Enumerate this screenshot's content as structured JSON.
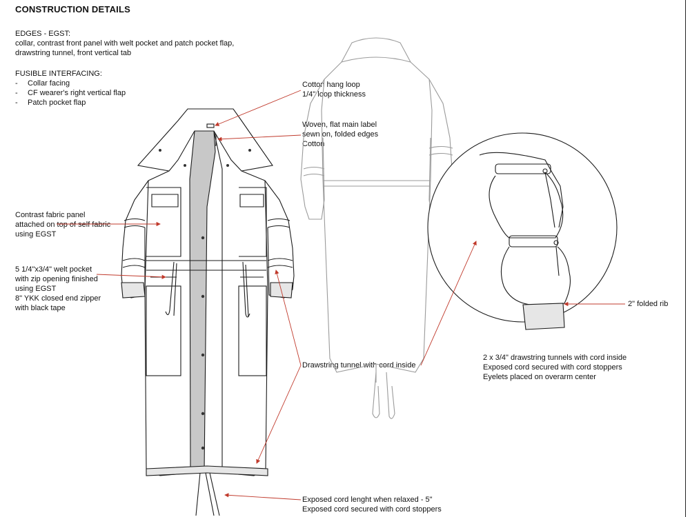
{
  "title": "CONSTRUCTION DETAILS",
  "edges": {
    "heading": "EDGES - EGST:",
    "lines": [
      "collar, contrast front panel with welt pocket and patch pocket flap,",
      "drawstring tunnel, front vertical tab"
    ]
  },
  "interfacing": {
    "heading": "FUSIBLE INTERFACING:",
    "items": [
      "Collar facing",
      "CF wearer's right vertical flap",
      "Patch pocket flap"
    ]
  },
  "callouts": {
    "hang_loop": [
      "Cotton hang loop",
      "1/4\" loop thickness"
    ],
    "main_label": [
      "Woven, flat main label",
      "sewn on, folded edges",
      "Cotton"
    ],
    "contrast_panel": [
      "Contrast fabric panel",
      "attached on top of self fabric",
      "using EGST"
    ],
    "welt_pocket": [
      "5 1/4\"x3/4\" welt pocket",
      "with zip opening finished",
      "using EGST",
      "8\" YKK closed end zipper",
      "with black tape"
    ],
    "drawstring": [
      "Drawstring tunnel with cord inside"
    ],
    "rib": [
      "2\" folded rib"
    ],
    "sleeve_tunnels": [
      "2 x 3/4\" drawstring tunnels with cord inside",
      "Exposed cord secured with cord stoppers",
      "Eyelets placed on overarm center"
    ],
    "hem_cord": [
      "Exposed cord lenght when relaxed - 5\"",
      "Exposed cord secured with cord stoppers"
    ]
  },
  "colors": {
    "leader": "#c0392b",
    "line": "#1a1a1a",
    "back_line": "#9a9a9a",
    "panel": "#c8c8c8"
  }
}
